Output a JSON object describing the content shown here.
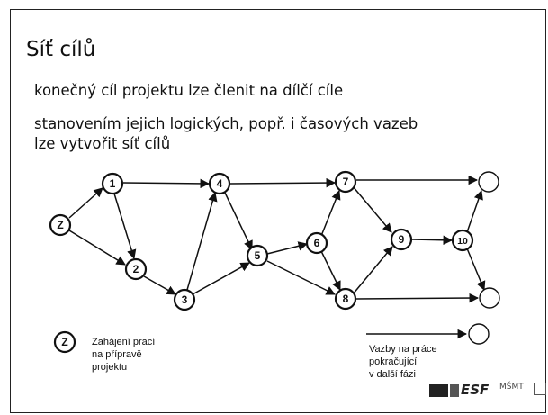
{
  "slide": {
    "title": "Síť cílů",
    "lines": [
      "konečný cíl projektu lze členit na dílčí cíle",
      "stanovením jejich logických, popř. i časových vazeb",
      "lze vytvořit síť cílů"
    ]
  },
  "diagram": {
    "nodes": [
      "Z",
      "1",
      "2",
      "3",
      "4",
      "5",
      "6",
      "7",
      "8",
      "9",
      "10"
    ],
    "legend": {
      "start_label_lines": [
        "Zahájení prací",
        "na přípravě",
        "projektu"
      ],
      "start_symbol": "Z",
      "continue_label_lines": [
        "Vazby na práce",
        "pokračující",
        "v další fázi"
      ]
    }
  },
  "footer": {
    "logo_text": "ESF",
    "logo_msmt": "MŠMT"
  }
}
